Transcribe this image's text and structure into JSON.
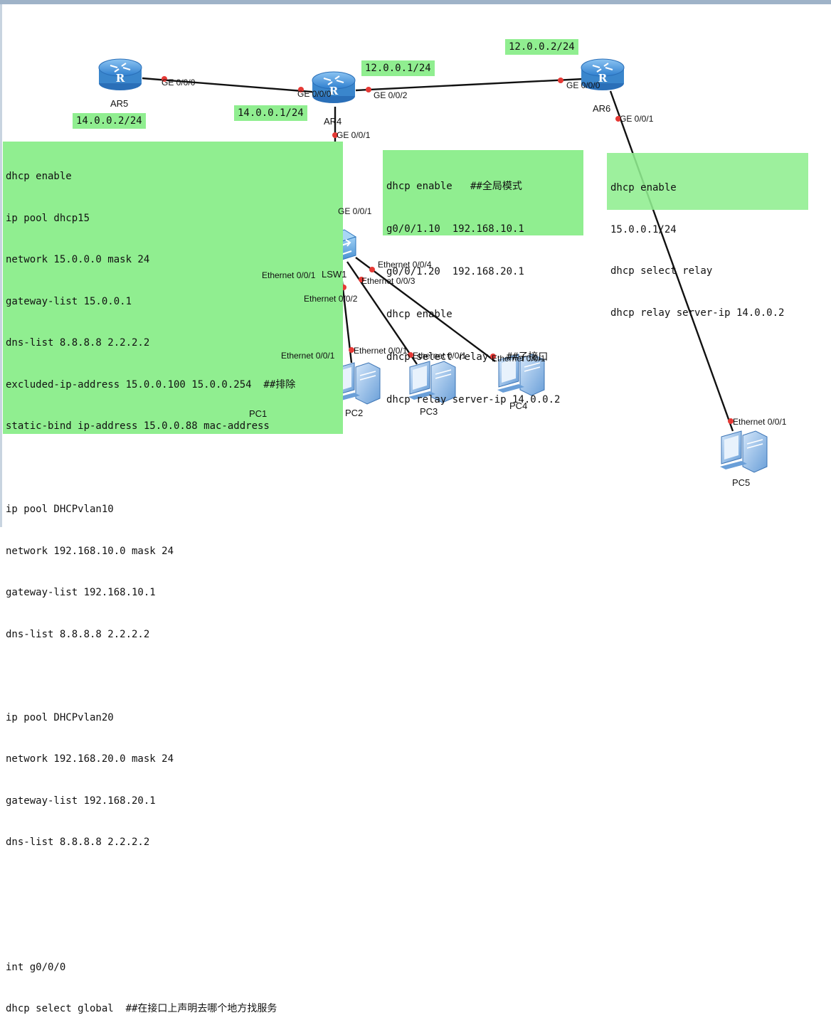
{
  "colors": {
    "note_bg": "#90ee90",
    "link": "#111111",
    "port_dot": "#e53935",
    "router_blue": "#3f8fd6",
    "pc_blue": "#8fb8e6",
    "pc_highlight": "#f7a47a"
  },
  "devices": {
    "ar5": "AR5",
    "ar4": "AR4",
    "ar6": "AR6",
    "lsw1": "LSW1",
    "pc1": "PC1",
    "pc2": "PC2",
    "pc3": "PC3",
    "pc4": "PC4",
    "pc5": "PC5"
  },
  "ip_labels": {
    "ar5_ip": "14.0.0.2/24",
    "ar4_left_ip": "14.0.0.1/24",
    "ar4_right_ip": "12.0.0.1/24",
    "ar6_ip": "12.0.0.2/24"
  },
  "ports": {
    "ar5_ge000": "GE 0/0/0",
    "ar4_ge000": "GE 0/0/0",
    "ar4_ge002": "GE 0/0/2",
    "ar6_ge000": "GE 0/0/0",
    "ar4_ge001": "GE 0/0/1",
    "ar6_ge001": "GE 0/0/1",
    "lsw_ge001": "GE 0/0/1",
    "lsw_e001": "Ethernet 0/0/1",
    "lsw_e002": "Ethernet 0/0/2",
    "lsw_e003": "Ethernet 0/0/3",
    "lsw_e004": "Ethernet 0/0/4",
    "pc1_e001": "Ethernet 0/0/1",
    "pc2_e001": "Ethernet 0/0/1",
    "pc3_e001": "Ethernet 0/0/1",
    "pc4_e001": "Ethernet 0/0/1",
    "pc5_e001": "Ethernet 0/0/1"
  },
  "notes": {
    "left_config": [
      "dhcp enable",
      "ip pool dhcp15",
      "network 15.0.0.0 mask 24",
      "gateway-list 15.0.0.1",
      "dns-list 8.8.8.8 2.2.2.2",
      "excluded-ip-address 15.0.0.100 15.0.0.254  ##排除",
      "static-bind ip-address 15.0.0.88 mac-address",
      "",
      "ip pool DHCPvlan10",
      "network 192.168.10.0 mask 24",
      "gateway-list 192.168.10.1",
      "dns-list 8.8.8.8 2.2.2.2",
      "",
      "ip pool DHCPvlan20",
      "network 192.168.20.0 mask 24",
      "gateway-list 192.168.20.1",
      "dns-list 8.8.8.8 2.2.2.2",
      "",
      "",
      "int g0/0/0",
      "dhcp select global  ##在接口上声明去哪个地方找服务"
    ],
    "middle_config": [
      "dhcp enable   ##全局模式",
      "g0/0/1.10  192.168.10.1",
      "g0/0/1.20  192.168.20.1",
      "dhcp enable",
      "dhcp select relay   ##子接口",
      "dhcp relay server-ip 14.0.0.2"
    ],
    "right_config": [
      "dhcp enable",
      "15.0.0.1/24",
      "dhcp select relay",
      "dhcp relay server-ip 14.0.0.2"
    ]
  }
}
